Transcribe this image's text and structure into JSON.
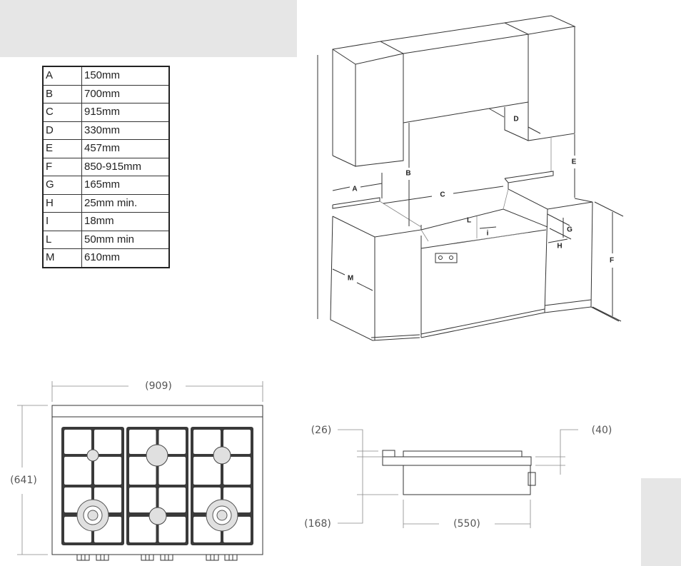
{
  "dimension_table": [
    {
      "key": "A",
      "value": "150mm"
    },
    {
      "key": "B",
      "value": "700mm"
    },
    {
      "key": "C",
      "value": "915mm"
    },
    {
      "key": "D",
      "value": "330mm"
    },
    {
      "key": "E",
      "value": "457mm"
    },
    {
      "key": "F",
      "value": "850-915mm"
    },
    {
      "key": "G",
      "value": "165mm"
    },
    {
      "key": "H",
      "value": "25mm min."
    },
    {
      "key": "I",
      "value": "18mm"
    },
    {
      "key": "L",
      "value": "50mm min"
    },
    {
      "key": "M",
      "value": "610mm"
    }
  ],
  "installation_diagram": {
    "labels": {
      "A": "A",
      "B": "B",
      "C": "C",
      "D": "D",
      "E": "E",
      "F": "F",
      "G": "G",
      "H": "H",
      "i": "i",
      "L": "L",
      "M": "M"
    }
  },
  "top_view": {
    "width": "(909)",
    "depth": "(641)"
  },
  "side_view": {
    "top_clearance": "(26)",
    "height": "(168)",
    "depth": "(550)",
    "plate": "(40)"
  }
}
